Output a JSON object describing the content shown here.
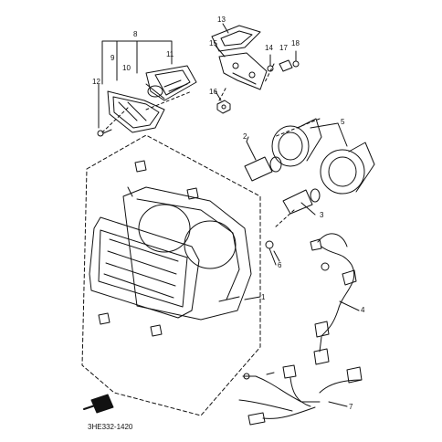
{
  "diagram": {
    "code": "3HE332-1420",
    "callouts": {
      "c1": "1",
      "c2": "2",
      "c3": "3",
      "c4": "4",
      "c5": "5",
      "c6": "6",
      "c7": "7",
      "c8": "8",
      "c9": "9",
      "c10": "10",
      "c11": "11",
      "c12": "12",
      "c13": "13",
      "c14": "14",
      "c15": "15",
      "c16": "16",
      "c17": "17",
      "c18": "18"
    }
  }
}
